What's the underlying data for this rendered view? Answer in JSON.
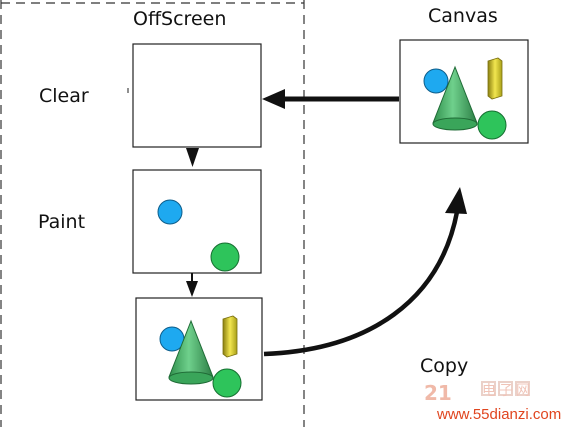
{
  "labels": {
    "offscreen": "OffScreen",
    "canvas": "Canvas",
    "clear": "Clear",
    "paint": "Paint",
    "copy": "Copy"
  },
  "watermark": {
    "url": "www.55dianzi.com",
    "cn": "电子网",
    "num": "21"
  },
  "colors": {
    "circle_blue": "#1ea9f0",
    "circle_green": "#2ec45b",
    "cone_green": "#3aa55a",
    "bar_yellow": "#c9c020",
    "watermark_orange": "#e0451f"
  }
}
